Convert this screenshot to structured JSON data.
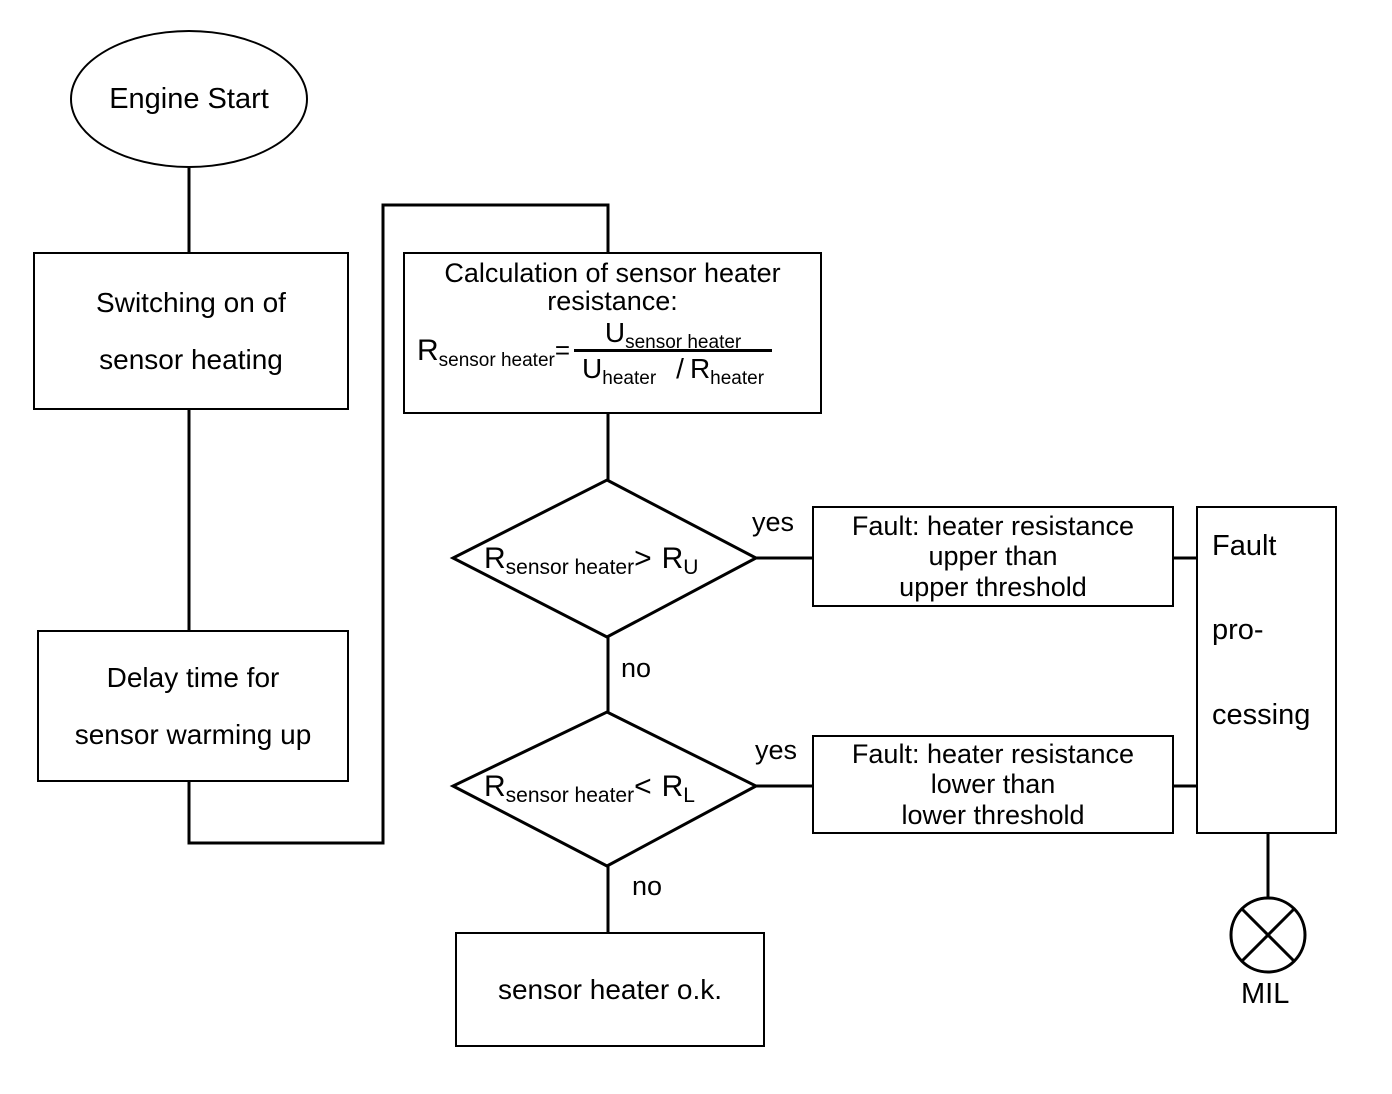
{
  "diagram": {
    "title": "Sensor heater resistance diagnostic flowchart",
    "stroke_color": "#000000",
    "background_color": "#ffffff"
  },
  "nodes": {
    "engine_start": {
      "label": "Engine Start",
      "shape": "oval"
    },
    "switching": {
      "line1": "Switching on of",
      "line2": "sensor heating",
      "shape": "process"
    },
    "delay": {
      "line1": "Delay time for",
      "line2": "sensor warming up",
      "shape": "process"
    },
    "calculation": {
      "title_line1": "Calculation of sensor heater",
      "title_line2": "resistance:",
      "formula": {
        "lhs_base": "R",
        "lhs_sub": "sensor heater",
        "equals": "=",
        "numerator_base": "U",
        "numerator_sub": "sensor heater",
        "denominator_base1": "U",
        "denominator_sub1": "heater",
        "denominator_operator": "/",
        "denominator_base2": "R",
        "denominator_sub2": "heater"
      },
      "shape": "process"
    },
    "decision_upper": {
      "lhs_base": "R",
      "lhs_sub": "sensor heater",
      "operator": ">",
      "rhs_base": "R",
      "rhs_sub": "U",
      "shape": "decision"
    },
    "decision_lower": {
      "lhs_base": "R",
      "lhs_sub": "sensor heater",
      "operator": "<",
      "rhs_base": "R",
      "rhs_sub": "L",
      "shape": "decision"
    },
    "fault_upper": {
      "line1": "Fault: heater resistance",
      "line2": "upper than",
      "line3": "upper threshold",
      "shape": "process"
    },
    "fault_lower": {
      "line1": "Fault: heater resistance",
      "line2": "lower than",
      "line3": "lower threshold",
      "shape": "process"
    },
    "fault_processing": {
      "line1": "Fault",
      "line2": "pro-",
      "line3": "cessing",
      "shape": "process"
    },
    "sensor_ok": {
      "label": "sensor heater o.k.",
      "shape": "process"
    },
    "mil": {
      "label": "MIL",
      "shape": "circle-with-cross"
    }
  },
  "edge_labels": {
    "yes_upper": "yes",
    "no_upper": "no",
    "yes_lower": "yes",
    "no_lower": "no"
  }
}
